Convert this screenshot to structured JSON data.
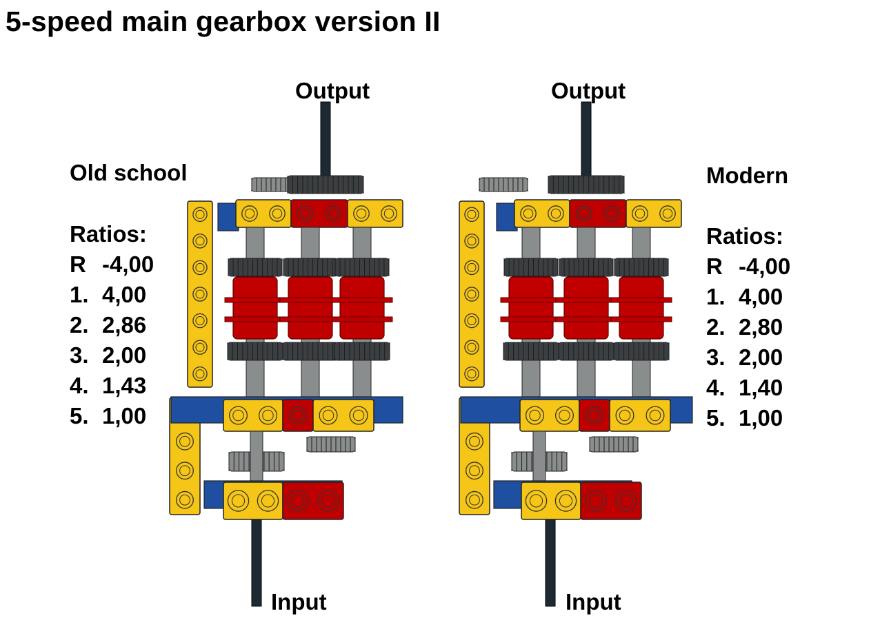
{
  "title": "5-speed main gearbox version II",
  "left": {
    "name": "Old school",
    "output_label": "Output",
    "input_label": "Input",
    "ratios_heading": "Ratios:",
    "ratios": [
      {
        "gear": "R",
        "value": "-4,00"
      },
      {
        "gear": "1.",
        "value": "4,00"
      },
      {
        "gear": "2.",
        "value": "2,86"
      },
      {
        "gear": "3.",
        "value": "2,00"
      },
      {
        "gear": "4.",
        "value": "1,43"
      },
      {
        "gear": "5.",
        "value": "1,00"
      }
    ]
  },
  "right": {
    "name": "Modern",
    "output_label": "Output",
    "input_label": "Input",
    "ratios_heading": "Ratios:",
    "ratios": [
      {
        "gear": "R",
        "value": "-4,00"
      },
      {
        "gear": "1.",
        "value": "4,00"
      },
      {
        "gear": "2.",
        "value": "2,80"
      },
      {
        "gear": "3.",
        "value": "2,00"
      },
      {
        "gear": "4.",
        "value": "1,40"
      },
      {
        "gear": "5.",
        "value": "1,00"
      }
    ]
  },
  "colors": {
    "yellow": "#f5c518",
    "red": "#c00000",
    "blue": "#1f4fa0",
    "gray": "#8a8d8d",
    "dark": "#3c3f41",
    "axle": "#1e2a33"
  }
}
